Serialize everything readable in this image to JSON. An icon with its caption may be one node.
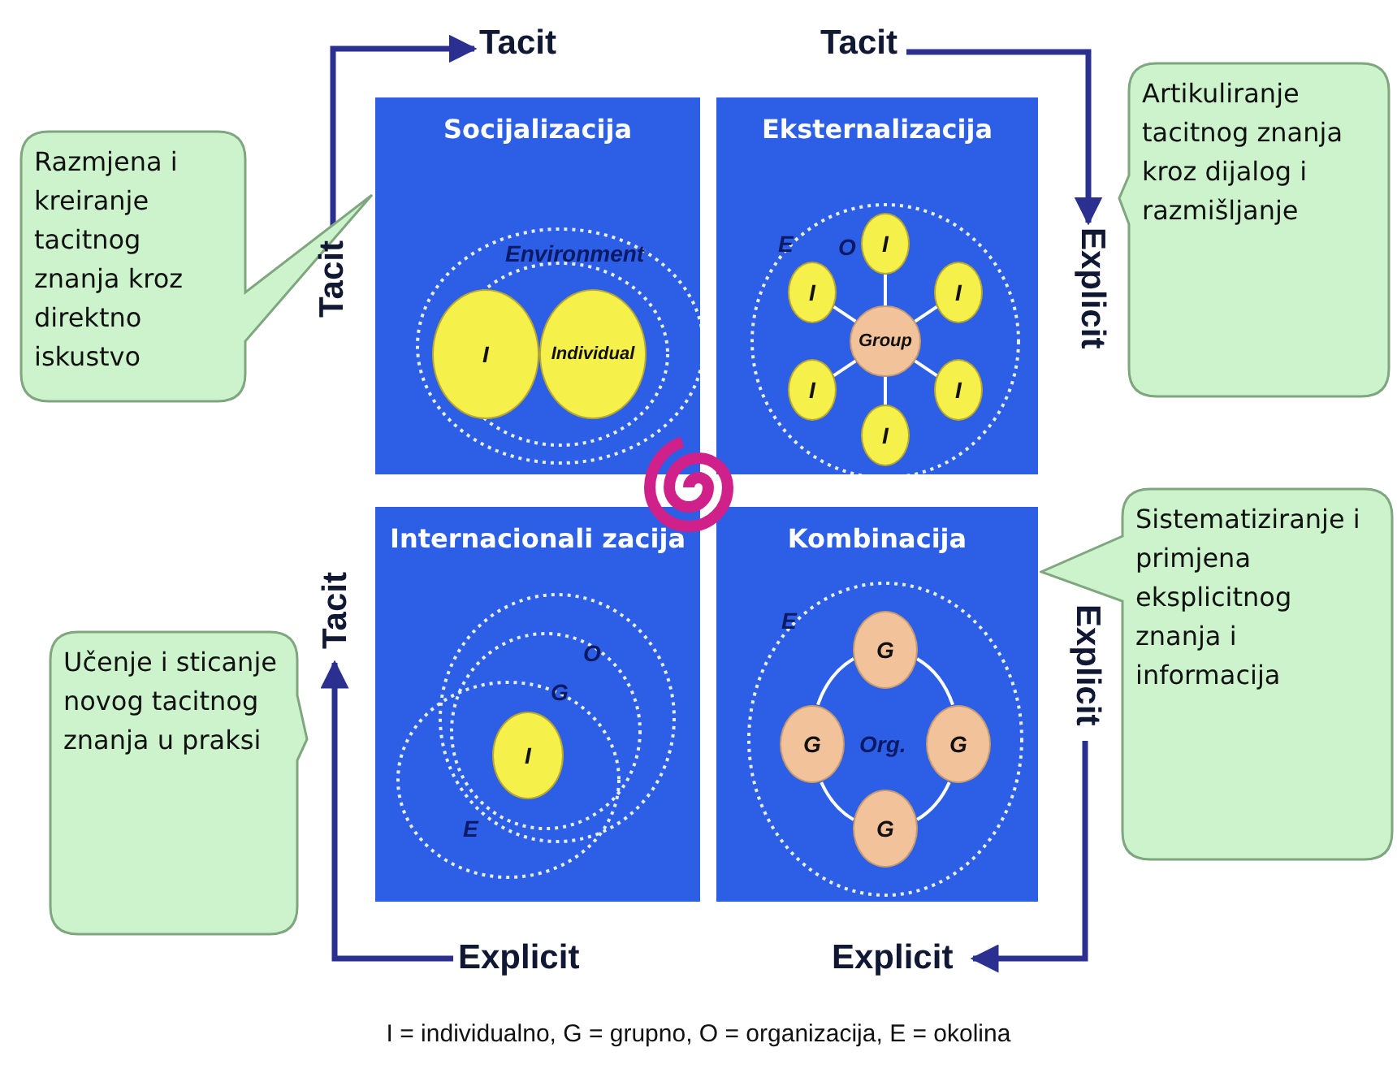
{
  "diagram": {
    "caption": "I = individualno, G = grupno, O = organizacija, E = okolina",
    "nodes": [
      {
        "text": [
          "Socijalizacija"
        ]
      },
      {
        "text": [
          "Eksternalizacija"
        ]
      },
      {
        "text": [
          "Internacionali zacija"
        ]
      },
      {
        "text": [
          "Kombinacija"
        ]
      },
      {
        "text": [
          "I"
        ],
        "in": 0
      },
      {
        "text": [
          "Individual"
        ],
        "in": 0
      },
      {
        "text": [
          "I"
        ],
        "in": 1
      },
      {
        "text": [
          "I"
        ],
        "in": 1
      },
      {
        "text": [
          "I"
        ],
        "in": 1
      },
      {
        "text": [
          "Group"
        ],
        "in": 1
      },
      {
        "text": [
          "I"
        ],
        "in": 1
      },
      {
        "text": [
          "I"
        ],
        "in": 1
      },
      {
        "text": [
          "I"
        ],
        "in": 1
      },
      {
        "text": [
          "I"
        ],
        "in": 2
      },
      {
        "text": [
          "G"
        ],
        "in": 3
      },
      {
        "text": [
          "G"
        ],
        "in": 3
      },
      {
        "text": [
          "G"
        ],
        "in": 3
      },
      {
        "text": [
          "G"
        ],
        "in": 3
      },
      {
        "text": [
          "Razmjena i kreiranje tacitnog znanja kroz direktno iskustvo"
        ]
      },
      {
        "text": [
          "Artikuliranje tacitnog znanja kroz dijalog i razmišljanje"
        ]
      },
      {
        "text": [
          "Učenje i sticanje novog tacitnog znanja u praksi"
        ]
      },
      {
        "text": [
          "Sistematiziranje i primjena eksplicitnog znanja i informacija"
        ]
      },
      {
        "text": [
          "Tacit"
        ]
      },
      {
        "text": [
          "Tacit"
        ]
      },
      {
        "text": [
          "Tacit"
        ]
      },
      {
        "text": [
          "Explicit"
        ]
      },
      {
        "text": [
          "Tacit"
        ]
      },
      {
        "text": [
          "Explicit"
        ]
      },
      {
        "text": [
          "Explicit"
        ]
      },
      {
        "text": [
          "Explicit"
        ]
      }
    ],
    "edges": [
      {
        "from": 24,
        "to": 22,
        "arrow": "to",
        "color": "#2b2f8f"
      },
      {
        "from": 23,
        "to": 25,
        "arrow": "to",
        "color": "#2b2f8f"
      },
      {
        "from": 27,
        "to": 29,
        "arrow": "to",
        "color": "#2b2f8f"
      },
      {
        "from": 28,
        "to": 26,
        "arrow": "to",
        "color": "#2b2f8f"
      },
      {
        "from": 9,
        "to": 6,
        "arrow": "none"
      },
      {
        "from": 9,
        "to": 7,
        "arrow": "none"
      },
      {
        "from": 9,
        "to": 8,
        "arrow": "none"
      },
      {
        "from": 9,
        "to": 10,
        "arrow": "none"
      },
      {
        "from": 9,
        "to": 11,
        "arrow": "none"
      },
      {
        "from": 9,
        "to": 12,
        "arrow": "none"
      },
      {
        "from": 14,
        "to": 15,
        "arrow": "none"
      },
      {
        "from": 14,
        "to": 16,
        "arrow": "none"
      },
      {
        "from": 15,
        "to": 17,
        "arrow": "none"
      },
      {
        "from": 16,
        "to": 17,
        "arrow": "none"
      }
    ],
    "labels": [
      "Environment",
      "E",
      "O",
      "O",
      "G",
      "E",
      "E",
      "Org."
    ]
  }
}
